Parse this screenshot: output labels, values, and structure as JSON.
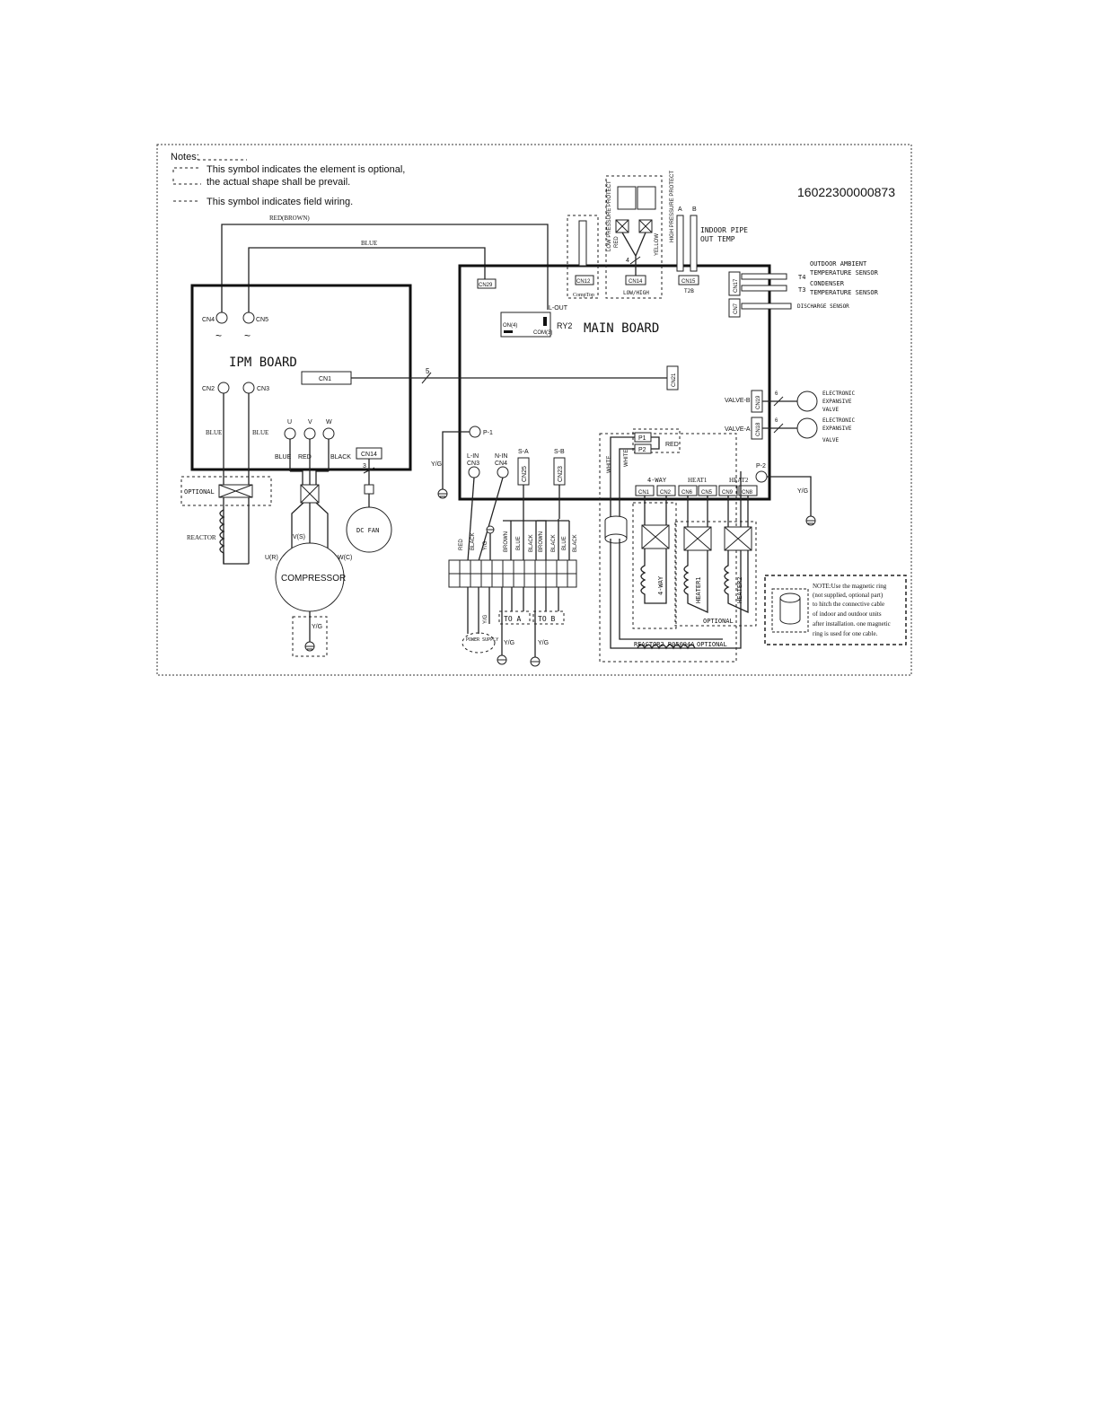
{
  "notes": {
    "title": "Notes:",
    "optional_symbol": "This symbol indicates the element is  optional,",
    "optional_symbol_2": "the actual shape shall be prevail.",
    "field_wiring": "This symbol indicates field wiring."
  },
  "drawing_number": "16022300000873",
  "wires": {
    "red_brown": "RED(BROWN)",
    "blue": "BLUE"
  },
  "ipm_board": {
    "title": "IPM BOARD",
    "cn4": "CN4",
    "cn5": "CN5",
    "cn2": "CN2",
    "cn3": "CN3",
    "cn1": "CN1",
    "cn14": "CN14",
    "u": "U",
    "v": "V",
    "w": "W",
    "blue": "BLUE",
    "red": "RED",
    "black": "BLACK",
    "blue_left": "BLUE",
    "blue_right": "BLUE"
  },
  "main_board": {
    "title": "MAIN BOARD",
    "cn29": "CN29",
    "cn21": "CN21",
    "cn12": "CN12",
    "comp_top": "CompTop",
    "cn14": "CN14",
    "low_high": "LOW/HIGH",
    "cn15": "CN15",
    "t2b": "T2B",
    "cn17": "CN17",
    "cn7": "CN7",
    "cn19": "CN19",
    "cn18": "CN18",
    "valve_b": "VALVE-B",
    "valve_a": "VALVE-A",
    "l_out": "L-OUT",
    "ry2": "RY2",
    "on4": "ON(4)",
    "com3": "COM(3)",
    "p1": "P-1",
    "p2": "P-2",
    "l_in": "L-IN",
    "cn3": "CN3",
    "n_in": "N-IN",
    "cn4": "CN4",
    "s_a": "S-A",
    "cn25": "CN25",
    "s_b": "S-B",
    "cn23": "CN23",
    "four_way": "4-WAY",
    "heat1": "HEAT1",
    "heat2": "HEAT2",
    "cn1": "CN1",
    "cn2": "CN2",
    "cn6": "CN6",
    "cn5": "CN5",
    "cn9": "CN9",
    "cn8": "CN8",
    "bus_count": "5",
    "low_high_count": "4"
  },
  "sensors": {
    "low_pressure": "LOW PRESSURE PROTECT",
    "high_pressure": "HIGH PRESSURE PROTECT",
    "red": "RED",
    "yellow": "YELLOW",
    "a": "A",
    "b": "B",
    "indoor_pipe": "INDOOR PIPE",
    "out_temp": "OUT TEMP",
    "t4": "T4",
    "t3": "T3",
    "outdoor_ambient": "OUTDOOR AMBIENT",
    "outdoor_ambient_2": "TEMPERATURE SENSOR",
    "condenser": "CONDENSER",
    "condenser_2": "TEMPERATURE SENSOR",
    "discharge": "DISCHARGE SENSOR"
  },
  "valves": {
    "eev": "ELECTRONIC",
    "eev_2": "EXPANSIVE",
    "eev_3": "VALVE",
    "eev_b": "ELECTRONIC",
    "eev_b2": "EXPANSIVE",
    "eev_b3": "VALVE",
    "count_b": "6",
    "count_a": "6"
  },
  "components": {
    "optional": "OPTIONAL",
    "reactor": "REACTOR",
    "compressor": "COMPRESSOR",
    "u_r": "U(R)",
    "v_s": "V(S)",
    "w_c": "W(C)",
    "yg": "Y/G",
    "dc_fan": "DC FAN",
    "fan_count": "3",
    "p1_box": "P1",
    "p2_box": "P2",
    "red": "RED",
    "white1": "WHITE",
    "white2": "WHITE",
    "four_way": "4-WAY",
    "heater1": "HEATER1",
    "heater2": "HEATER2",
    "optional2": "OPTIONAL",
    "reactor2": "REACTOR2 R05094A",
    "optional3": "OPTIONAL"
  },
  "terminal": {
    "wire_red": "RED",
    "wire_black": "BLACK",
    "wire_yg": "Y/G",
    "wire_brown": "BROWN",
    "wire_blue": "BLUE",
    "wire_black2": "BLACK",
    "wire_brown2": "BROWN",
    "wire_black3": "BLACK",
    "wire_blue2": "BLUE",
    "wire_black4": "BLACK",
    "power_supply": "POWER SUPPLY",
    "to_a": "TO  A",
    "to_b": "TO  B",
    "yg_a": "Y/G",
    "yg_b": "Y/G",
    "yg_ps": "Y/G",
    "yg_left": "Y/G",
    "yg_right": "Y/G",
    "yg_comp": "Y/G"
  },
  "note_box": {
    "line1": "NOTE:Use the magnetic ring",
    "line2": "(not supplied, optional part)",
    "line3": "to hitch the connective cable",
    "line4": "of indoor and outdoor units",
    "line5": "after installation. one magnetic",
    "line6": "ring is used for one cable."
  }
}
